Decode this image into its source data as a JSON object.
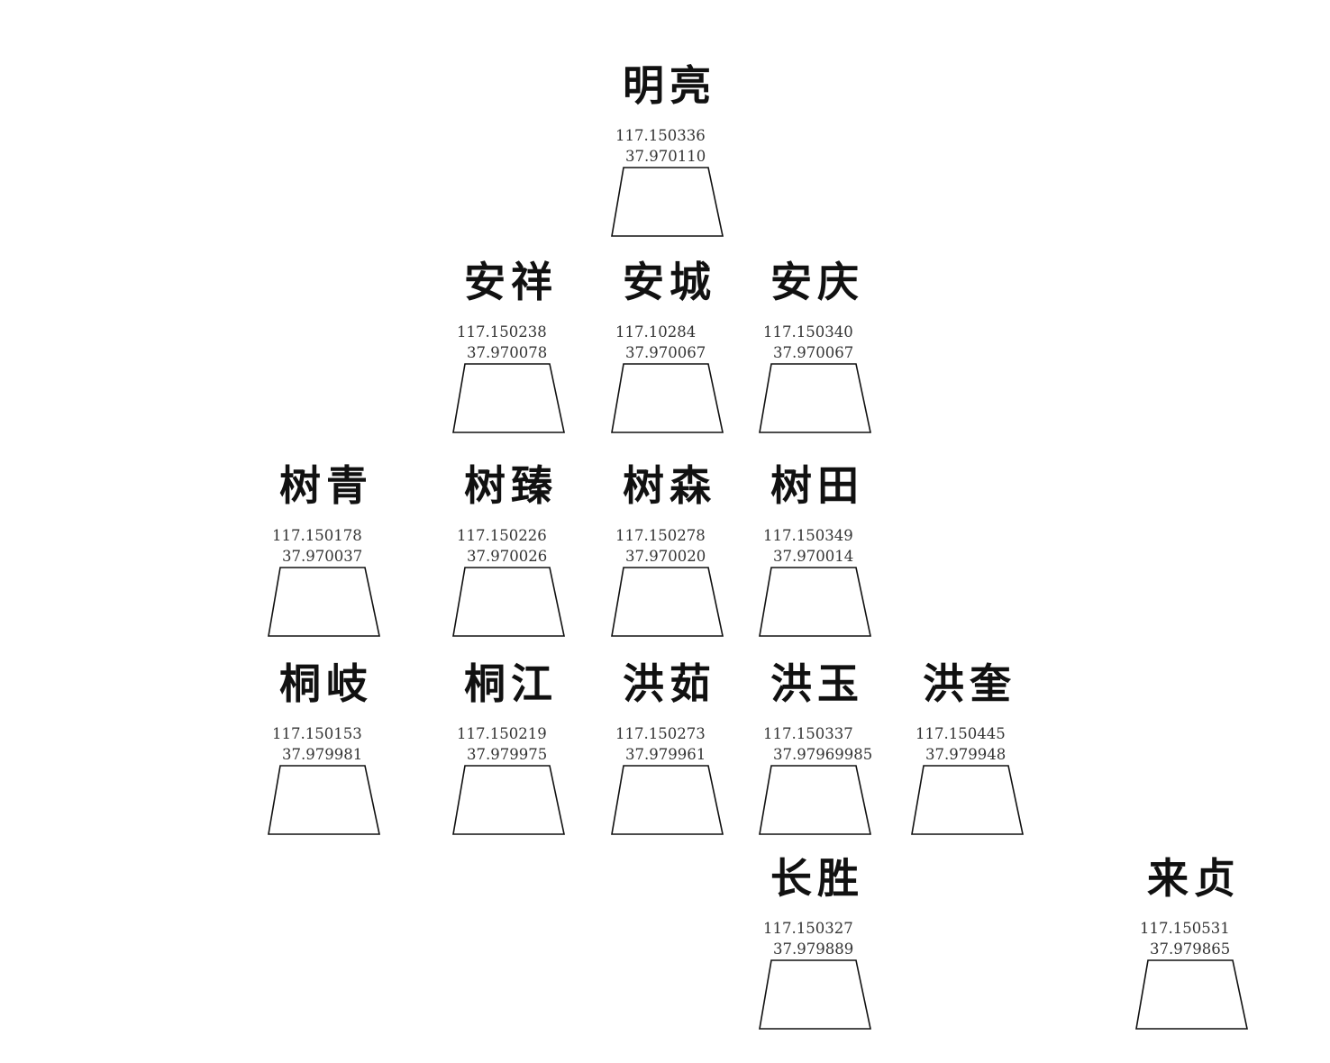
{
  "nodes": [
    {
      "name": "明亮",
      "lon": "117.150336",
      "lat": "37.970110",
      "row": 0,
      "col": 2
    },
    {
      "name": "安祥",
      "lon": "117.150238",
      "lat": "37.970078",
      "row": 1,
      "col": 1
    },
    {
      "name": "安城",
      "lon": "117.10284",
      "lat": "37.970067",
      "row": 1,
      "col": 2
    },
    {
      "name": "安庆",
      "lon": "117.150340",
      "lat": "37.970067",
      "row": 1,
      "col": 3
    },
    {
      "name": "树青",
      "lon": "117.150178",
      "lat": "37.970037",
      "row": 2,
      "col": 0
    },
    {
      "name": "树臻",
      "lon": "117.150226",
      "lat": "37.970026",
      "row": 2,
      "col": 1
    },
    {
      "name": "树森",
      "lon": "117.150278",
      "lat": "37.970020",
      "row": 2,
      "col": 2
    },
    {
      "name": "树田",
      "lon": "117.150349",
      "lat": "37.970014",
      "row": 2,
      "col": 3
    },
    {
      "name": "桐岐",
      "lon": "117.150153",
      "lat": "37.979981",
      "row": 3,
      "col": 0
    },
    {
      "name": "桐江",
      "lon": "117.150219",
      "lat": "37.979975",
      "row": 3,
      "col": 1
    },
    {
      "name": "洪茹",
      "lon": "117.150273",
      "lat": "37.979961",
      "row": 3,
      "col": 2
    },
    {
      "name": "洪玉",
      "lon": "117.150337",
      "lat": "37.97969985",
      "row": 3,
      "col": 3
    },
    {
      "name": "洪奎",
      "lon": "117.150445",
      "lat": "37.979948",
      "row": 3,
      "col": 4
    },
    {
      "name": "长胜",
      "lon": "117.150327",
      "lat": "37.979889",
      "row": 4,
      "col": 3
    },
    {
      "name": "来贞",
      "lon": "117.150531",
      "lat": "37.979865",
      "row": 4,
      "col": 5
    }
  ]
}
